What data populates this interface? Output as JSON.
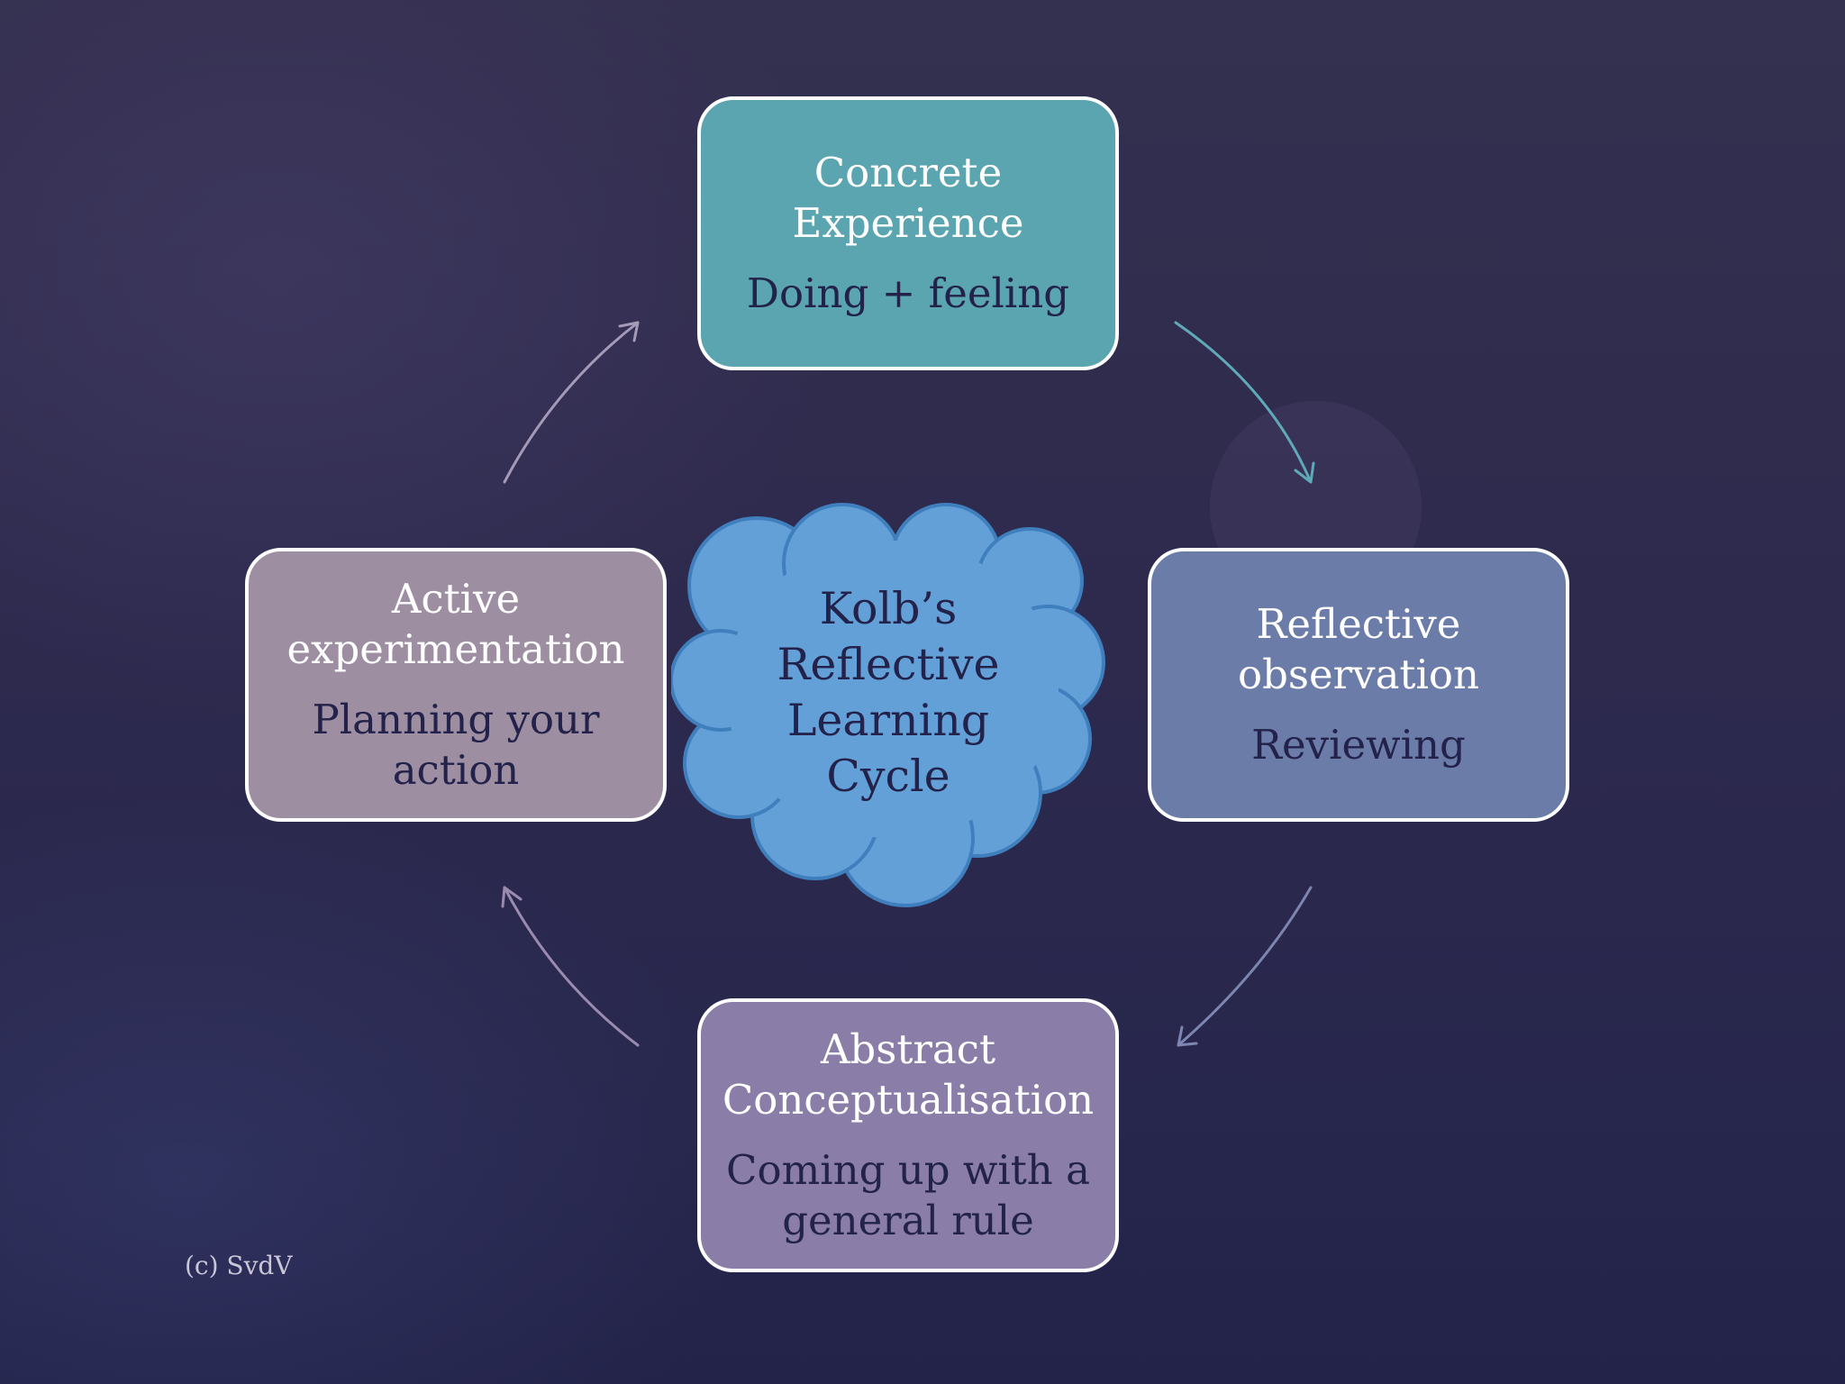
{
  "center": {
    "lines": [
      "Kolb’s",
      "Reflective",
      "Learning",
      "Cycle"
    ]
  },
  "stages": {
    "concrete": {
      "title_lines": [
        "Concrete",
        "Experience"
      ],
      "subtitle_lines": [
        "Doing + feeling"
      ]
    },
    "reflective": {
      "title_lines": [
        "Reflective",
        "observation"
      ],
      "subtitle_lines": [
        "Reviewing"
      ]
    },
    "abstract": {
      "title_lines": [
        "Abstract",
        "Conceptualisation"
      ],
      "subtitle_lines": [
        "Coming up with a",
        "general rule"
      ]
    },
    "active": {
      "title_lines": [
        "Active",
        "experimentation"
      ],
      "subtitle_lines": [
        "Planning your",
        "action"
      ]
    }
  },
  "copyright": "(c) SvdV",
  "colors": {
    "concrete": "#5ba5b0",
    "reflective": "#6c7ca9",
    "abstract": "#8a7ea8",
    "active": "#9d8ea2",
    "cloud": "#64a0d8",
    "cloud_outline": "#3f7fbe"
  },
  "icons": [
    "arrow-concrete-to-reflective-icon",
    "arrow-reflective-to-abstract-icon",
    "arrow-abstract-to-active-icon",
    "arrow-active-to-concrete-icon",
    "cloud-shape-icon"
  ]
}
